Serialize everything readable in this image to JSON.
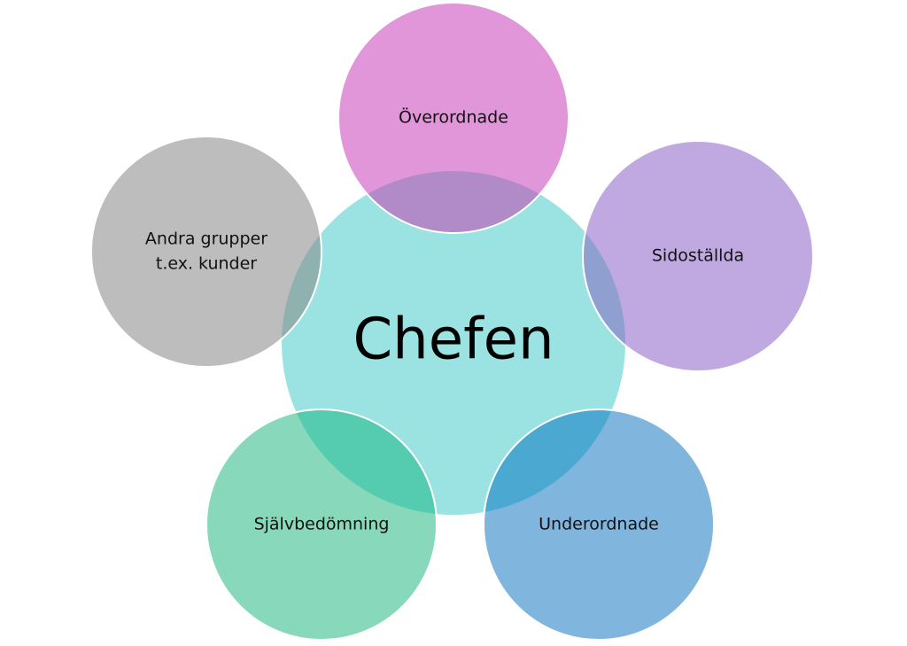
{
  "center": {
    "label": "Chefen",
    "color": "#9be3e2"
  },
  "nodes": [
    {
      "id": "overordnade",
      "lines": [
        "Överordnade"
      ],
      "color": "#e096d8",
      "overlap": "#b08bc8"
    },
    {
      "id": "sidostallda",
      "lines": [
        "Sidoställda"
      ],
      "color": "#c0a9e0",
      "overlap": "#8e9fd0"
    },
    {
      "id": "underordnade",
      "lines": [
        "Underordnade"
      ],
      "color": "#80b5de",
      "overlap": "#4ba8d0"
    },
    {
      "id": "sjalvbedomning",
      "lines": [
        "Självbedömning"
      ],
      "color": "#88d9bc",
      "overlap": "#55cbb0"
    },
    {
      "id": "andra-grupper",
      "lines": [
        "Andra grupper",
        "t.ex. kunder"
      ],
      "color": "#bdbdbd",
      "overlap": "#8fb1b0"
    }
  ]
}
